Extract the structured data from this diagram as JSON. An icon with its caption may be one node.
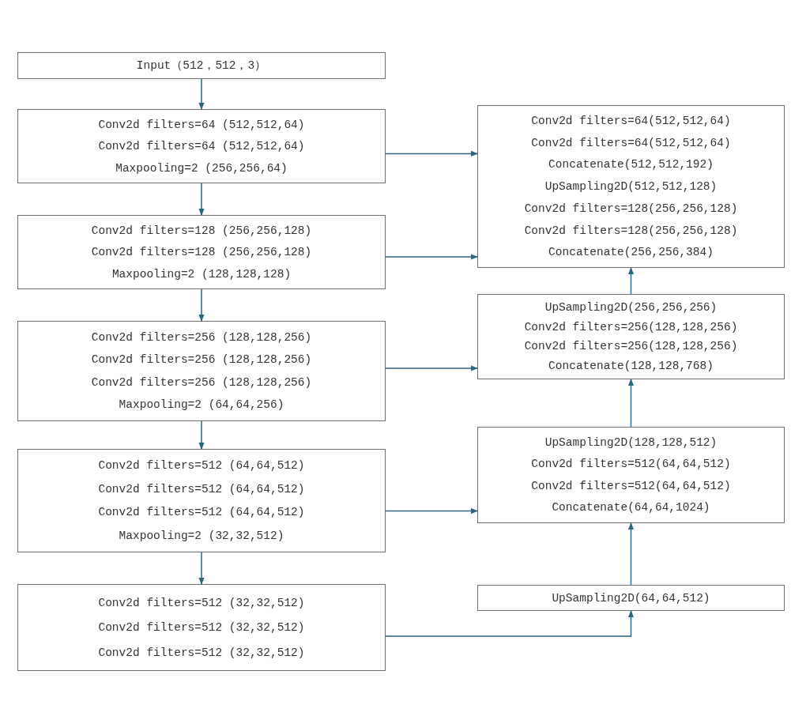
{
  "diagram": {
    "nodes": [
      {
        "text": [
          "Input（512，512，3）"
        ]
      },
      {
        "text": [
          "Conv2d filters=64 (512,512,64)",
          "Conv2d filters=64 (512,512,64)",
          "Maxpooling=2 (256,256,64)"
        ]
      },
      {
        "text": [
          "Conv2d filters=128 (256,256,128)",
          "Conv2d filters=128 (256,256,128)",
          "Maxpooling=2 (128,128,128)"
        ]
      },
      {
        "text": [
          "Conv2d filters=256 (128,128,256)",
          "Conv2d filters=256 (128,128,256)",
          "Conv2d filters=256 (128,128,256)",
          "Maxpooling=2 (64,64,256)"
        ]
      },
      {
        "text": [
          "Conv2d filters=512 (64,64,512)",
          "Conv2d filters=512 (64,64,512)",
          "Conv2d filters=512 (64,64,512)",
          "Maxpooling=2 (32,32,512)"
        ]
      },
      {
        "text": [
          "Conv2d filters=512 (32,32,512)",
          "Conv2d filters=512 (32,32,512)",
          "Conv2d filters=512 (32,32,512)"
        ]
      },
      {
        "text": [
          "Conv2d filters=64(512,512,64)",
          "Conv2d filters=64(512,512,64)",
          "Concatenate(512,512,192)",
          "UpSampling2D(512,512,128)",
          "Conv2d filters=128(256,256,128)",
          "Conv2d filters=128(256,256,128)",
          "Concatenate(256,256,384)"
        ]
      },
      {
        "text": [
          "UpSampling2D(256,256,256)",
          "Conv2d filters=256(128,128,256)",
          "Conv2d filters=256(128,128,256)",
          "Concatenate(128,128,768)"
        ]
      },
      {
        "text": [
          "UpSampling2D(128,128,512)",
          "Conv2d filters=512(64,64,512)",
          "Conv2d filters=512(64,64,512)",
          "Concatenate(64,64,1024)"
        ]
      },
      {
        "text": [
          "UpSampling2D(64,64,512)"
        ]
      }
    ],
    "edges": [
      {
        "from": 0,
        "to": 1,
        "arrow": "to"
      },
      {
        "from": 1,
        "to": 2,
        "arrow": "to"
      },
      {
        "from": 2,
        "to": 3,
        "arrow": "to"
      },
      {
        "from": 3,
        "to": 4,
        "arrow": "to"
      },
      {
        "from": 4,
        "to": 5,
        "arrow": "to"
      },
      {
        "from": 1,
        "to": 6,
        "arrow": "to"
      },
      {
        "from": 2,
        "to": 6,
        "arrow": "to"
      },
      {
        "from": 3,
        "to": 7,
        "arrow": "to"
      },
      {
        "from": 4,
        "to": 8,
        "arrow": "to"
      },
      {
        "from": 5,
        "to": 9,
        "arrow": "to"
      },
      {
        "from": 9,
        "to": 8,
        "arrow": "to"
      },
      {
        "from": 8,
        "to": 7,
        "arrow": "to"
      },
      {
        "from": 7,
        "to": 6,
        "arrow": "to"
      }
    ]
  }
}
